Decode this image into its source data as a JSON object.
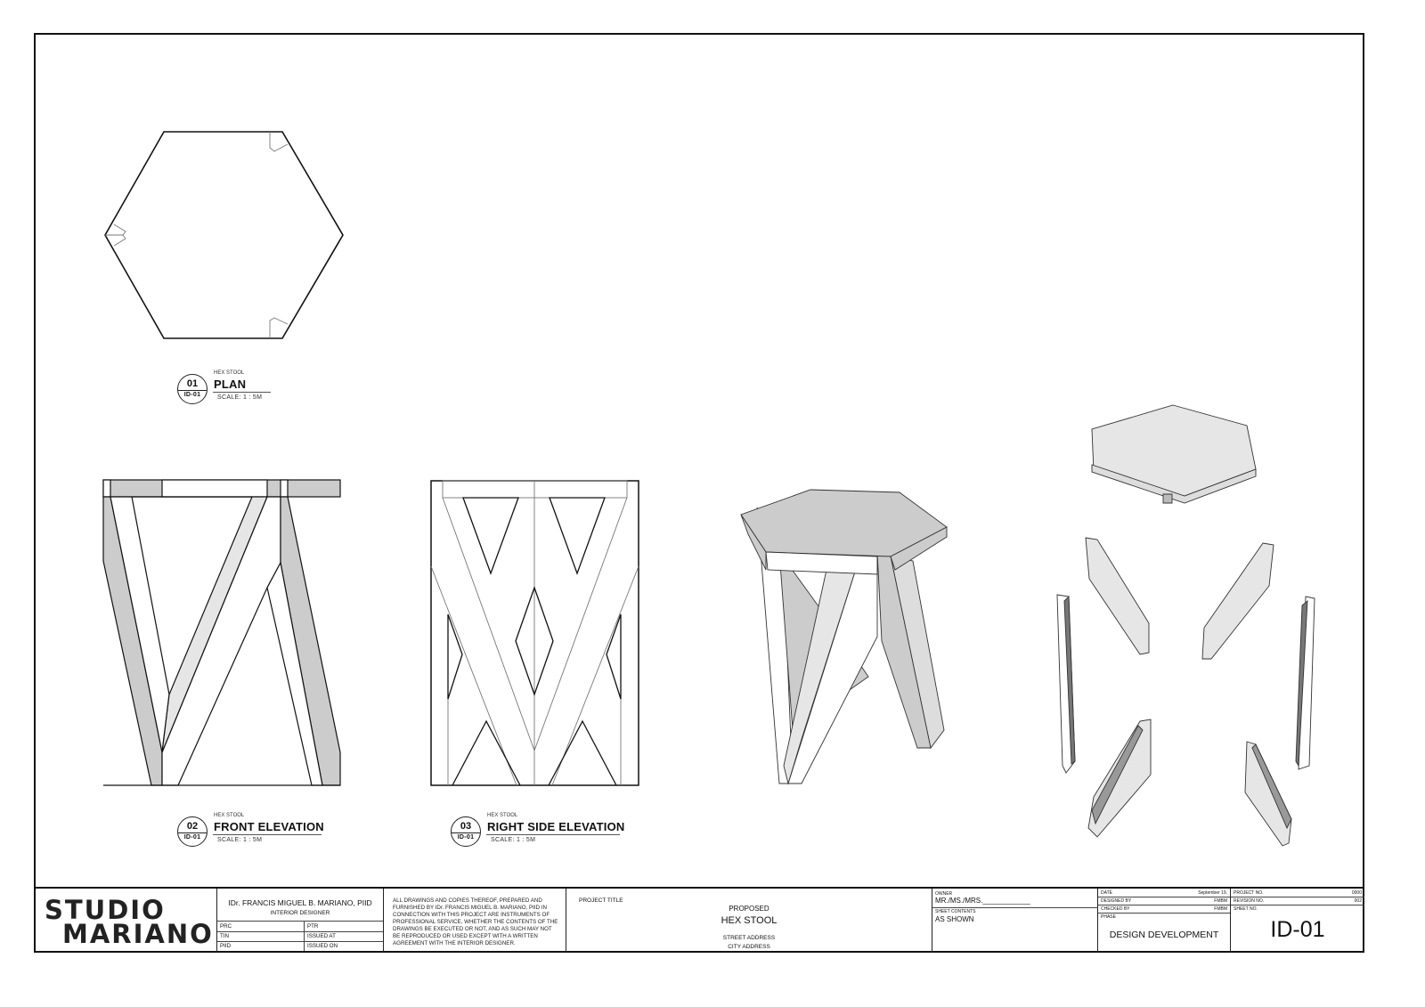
{
  "drawings": [
    {
      "number": "01",
      "sheet_ref": "ID-01",
      "subtitle": "HEX STOOL",
      "title": "PLAN",
      "scale": "SCALE:  1 : 5M"
    },
    {
      "number": "02",
      "sheet_ref": "ID-01",
      "subtitle": "HEX STOOL",
      "title": "FRONT ELEVATION",
      "scale": "SCALE:  1 : 5M"
    },
    {
      "number": "03",
      "sheet_ref": "ID-01",
      "subtitle": "HEX STOOL",
      "title": "RIGHT SIDE ELEVATION",
      "scale": "SCALE:  1 : 5M"
    }
  ],
  "views": {
    "perspective": "isometric-assembled",
    "exploded": "isometric-exploded"
  },
  "colors": {
    "line": "#111111",
    "fill_dark": "#cccccc",
    "fill_light": "#e6e6e6",
    "paper": "#ffffff"
  },
  "title_block": {
    "studio": {
      "line1": "STUDIO",
      "line2": "MARIANO"
    },
    "designer": {
      "name": "IDr. FRANCIS MIGUEL B. MARIANO, PIID",
      "role": "INTERIOR DESIGNER",
      "rows": [
        {
          "left": "PRC",
          "right": "PTR"
        },
        {
          "left": "TIN",
          "right": "ISSUED AT"
        },
        {
          "left": "PIID",
          "right": "ISSUED ON"
        }
      ]
    },
    "disclaimer": "ALL DRAWINGS AND COPIES THEREOF, PREPARED AND FURNISHED BY IDr. FRANCIS MIGUEL B. MARIANO, PIID IN CONNECTION WITH THIS PROJECT ARE INSTRUMENTS OF PROFESSIONAL SERVICE, WHETHER THE CONTENTS OF THE DRAWINGS BE EXECUTED OR NOT, AND AS SUCH MAY NOT BE REPRODUCED OR USED EXCEPT WITH A WRITTEN AGREEMENT WITH THE INTERIOR DESIGNER.",
    "project": {
      "label": "PROJECT TITLE",
      "proposed": "PROPOSED",
      "name": "HEX STOOL",
      "street": "STREET ADDRESS",
      "city": "CITY ADDRESS"
    },
    "owner": {
      "label": "OWNER",
      "value": "MR./MS./MRS.____________",
      "sheet_contents_label": "SHEET CONTENTS",
      "sheet_contents": "AS SHOWN"
    },
    "meta": {
      "date_label": "DATE",
      "date": "September 19,",
      "designed_by_label": "DESIGNED BY",
      "designed_by": "FMBM",
      "checked_by_label": "CHECKED BY",
      "checked_by": "FMBM",
      "phase_label": "PHASE",
      "phase": "DESIGN DEVELOPMENT"
    },
    "sheet": {
      "project_no_label": "PROJECT NO.",
      "project_no": "0000",
      "revision_no_label": "REVISION NO.",
      "revision_no": "002",
      "sheet_no_label": "SHEET NO.",
      "sheet_no": "ID-01"
    }
  }
}
